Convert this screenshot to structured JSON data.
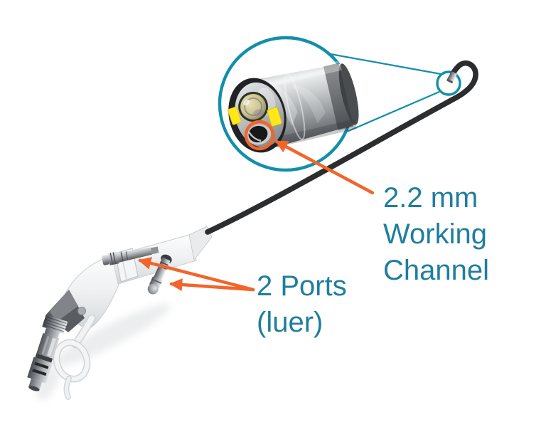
{
  "image_type": "product-callout-diagram",
  "subject": "single-use flexible ureteroscope",
  "background": "#ffffff",
  "colors": {
    "teal_annotation": "#128fa9",
    "teal_text": "#1f7e9e",
    "orange_annotation": "#f2652a",
    "led_yellow": "#ffe81a",
    "shaft_black": "#2b2d2f",
    "handle_white": "#f4f5f6"
  },
  "labels": {
    "working_channel": {
      "lines": [
        "2.2 mm",
        "Working",
        "Channel"
      ]
    },
    "ports": {
      "lines": [
        "2 Ports",
        "(luer)"
      ]
    }
  },
  "annotations": {
    "magnifier": "large teal circle magnifying scope distal tip",
    "distal_tip_marker": "small teal circle on hooked scope tip",
    "working_channel_marker": "orange circle + arrow on working channel opening",
    "ports_arrows": "two orange arrows pointing to two luer ports"
  }
}
